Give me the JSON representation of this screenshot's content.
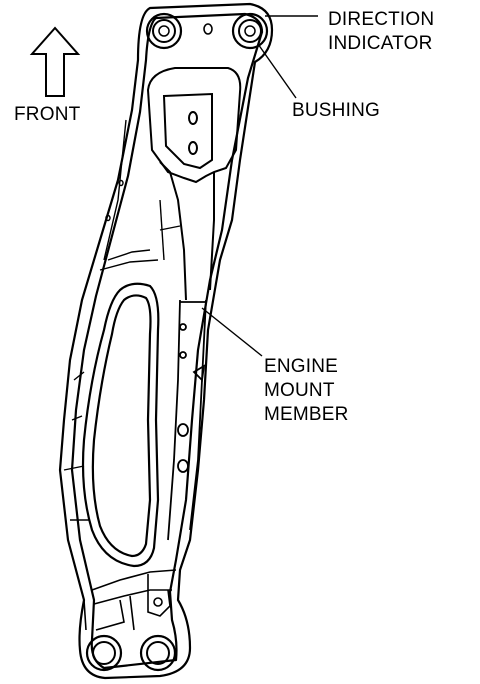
{
  "labels": {
    "direction_indicator": [
      "DIRECTION",
      "INDICATOR"
    ],
    "front": "FRONT",
    "bushing": "BUSHING",
    "engine_mount_member": [
      "ENGINE",
      "MOUNT",
      "MEMBER"
    ]
  },
  "colors": {
    "line": "#000000",
    "background": "#ffffff"
  }
}
